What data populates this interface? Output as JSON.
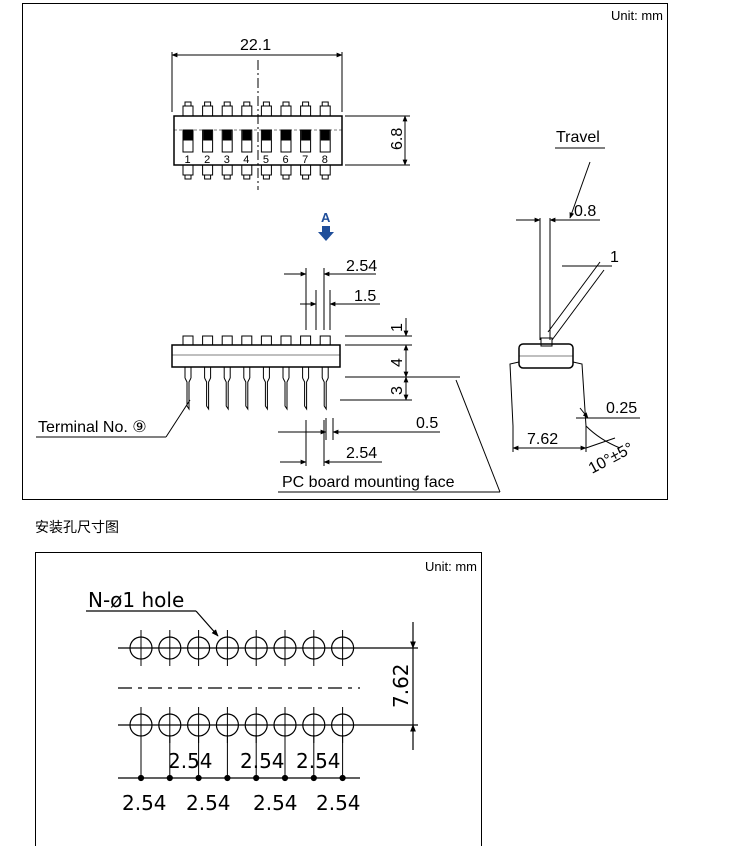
{
  "top_drawing": {
    "unit": "Unit: mm",
    "switch_count": 8,
    "switch_numbers": [
      "1",
      "2",
      "3",
      "4",
      "5",
      "6",
      "7",
      "8"
    ],
    "dim_width": "22.1",
    "dim_height": "6.8",
    "view_arrow": "A",
    "dim_pitch": "2.54",
    "dim_pin_width": "1.5",
    "dim_1": "1",
    "dim_4": "4",
    "dim_3": "3",
    "dim_lead": "0.5",
    "dim_pitch_bottom": "2.54",
    "terminal_label": "Terminal No. ⑨",
    "mounting_label": "PC board mounting face",
    "travel_label": "Travel",
    "dim_travel": "0.8",
    "dim_actuator": "1",
    "dim_row_spacing": "7.62",
    "dim_thickness": "0.25",
    "dim_angle": "10°±5°"
  },
  "caption": "安装孔尺寸图",
  "bottom_drawing": {
    "unit": "Unit: mm",
    "hole_label": "N-ø1 hole",
    "hole_count": 8,
    "dim_rows": "7.62",
    "pitch_labels_upper": [
      "2.54",
      "2.54",
      "2.54"
    ],
    "pitch_labels_lower": [
      "2.54",
      "2.54",
      "2.54",
      "2.54"
    ]
  }
}
